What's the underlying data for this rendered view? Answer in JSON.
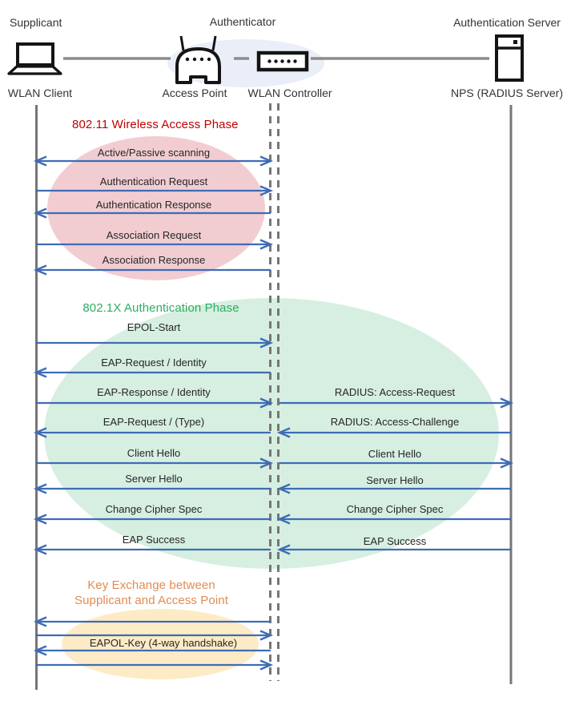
{
  "diagram": {
    "roles": {
      "supplicant": "Supplicant",
      "authenticator": "Authenticator",
      "auth_server": "Authentication Server"
    },
    "nodes": {
      "wlan_client": "WLAN Client",
      "access_point": "Access Point",
      "wlan_controller": "WLAN Controller",
      "nps": "NPS (RADIUS Server)"
    },
    "phases": {
      "wireless_access": {
        "title": "802.11 Wireless Access Phase",
        "color": "#C00000"
      },
      "authentication": {
        "title": "802.1X Authentication Phase",
        "color": "#2EAD62"
      },
      "key_exchange": {
        "title_line1": "Key Exchange between",
        "title_line2": "Supplicant and Access Point",
        "color": "#E08C52"
      }
    },
    "messages": [
      {
        "label": "Active/Passive scanning",
        "lane": "left",
        "dir": "both"
      },
      {
        "label": "Authentication Request",
        "lane": "left",
        "dir": "right"
      },
      {
        "label": "Authentication Response",
        "lane": "left",
        "dir": "left"
      },
      {
        "label": "Association Request",
        "lane": "left",
        "dir": "right"
      },
      {
        "label": "Association Response",
        "lane": "left",
        "dir": "left"
      },
      {
        "label": "EPOL-Start",
        "lane": "left",
        "dir": "right"
      },
      {
        "label": "EAP-Request / Identity",
        "lane": "left",
        "dir": "left"
      },
      {
        "label": "EAP-Response / Identity",
        "lane": "left",
        "dir": "right"
      },
      {
        "label": "RADIUS: Access-Request",
        "lane": "right",
        "dir": "right"
      },
      {
        "label": "EAP-Request / (Type)",
        "lane": "left",
        "dir": "left"
      },
      {
        "label": "RADIUS: Access-Challenge",
        "lane": "right",
        "dir": "left"
      },
      {
        "label": "Client Hello",
        "lane": "left",
        "dir": "right"
      },
      {
        "label": "Client Hello",
        "lane": "right",
        "dir": "right"
      },
      {
        "label": "Server Hello",
        "lane": "left",
        "dir": "left"
      },
      {
        "label": "Server Hello",
        "lane": "right",
        "dir": "left"
      },
      {
        "label": "Change Cipher Spec",
        "lane": "left",
        "dir": "left"
      },
      {
        "label": "Change Cipher Spec",
        "lane": "right",
        "dir": "left"
      },
      {
        "label": "EAP Success",
        "lane": "left",
        "dir": "left"
      },
      {
        "label": "EAP Success",
        "lane": "right",
        "dir": "left"
      },
      {
        "label": "",
        "lane": "left",
        "dir": "left"
      },
      {
        "label": "",
        "lane": "left",
        "dir": "right"
      },
      {
        "label": "EAPOL-Key (4-way handshake)",
        "lane": "left",
        "dir": "left"
      },
      {
        "label": "",
        "lane": "left",
        "dir": "right"
      }
    ],
    "colors": {
      "arrow": "#3E6CB5",
      "lifeline": "#767676",
      "connector": "#8C8C8C",
      "icon": "#141414",
      "text": "#262626",
      "pink_ellipse": "#F1CDD2",
      "green_ellipse": "#D6EFE1",
      "yellow_ellipse": "#FCEBC5",
      "blue_ellipse": "#EAEEF8"
    }
  }
}
